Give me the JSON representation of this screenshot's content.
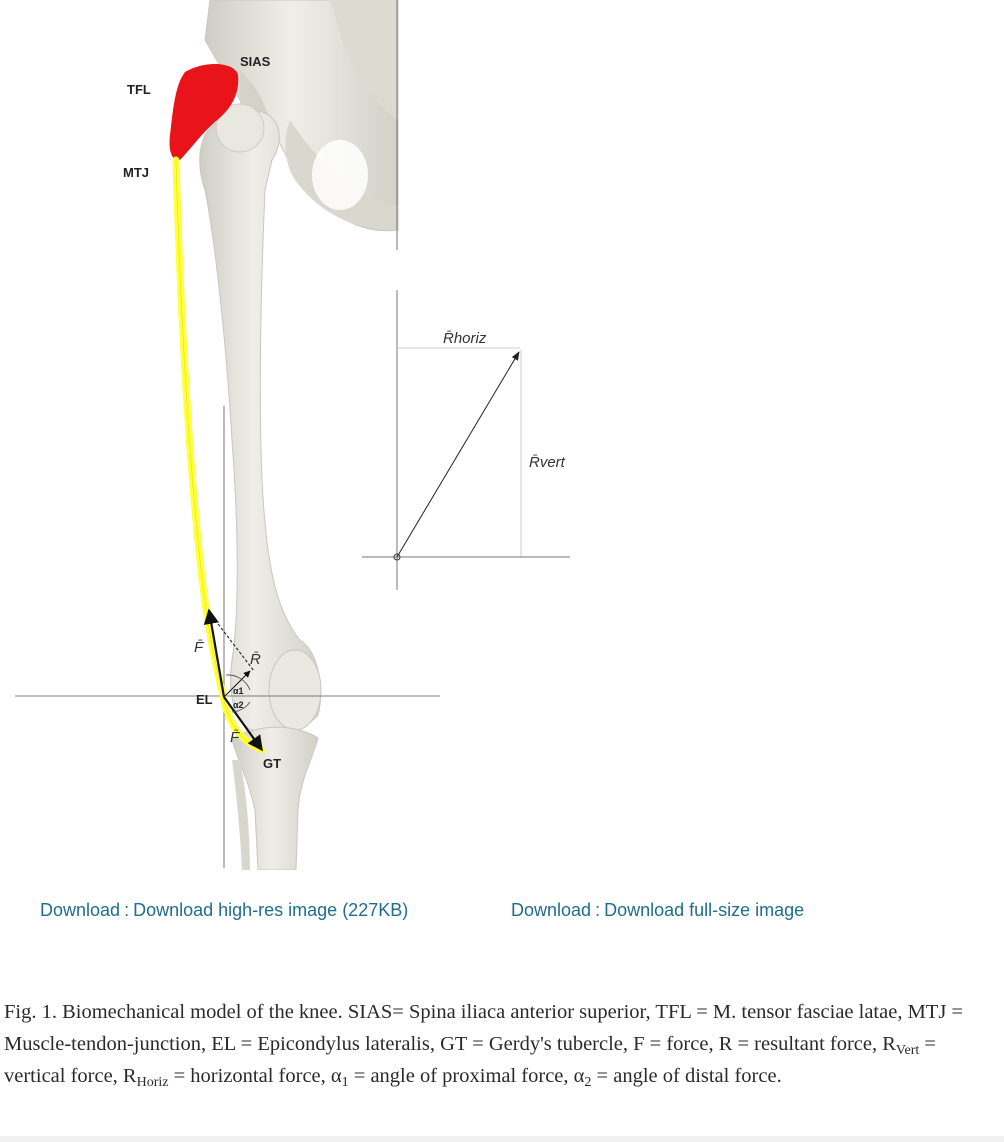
{
  "figure": {
    "labels": {
      "sias": "SIAS",
      "tfl": "TFL",
      "mtj": "MTJ",
      "r_horiz": "R̄horiz",
      "r_vert": "R̄vert",
      "f_upper": "F̄",
      "r_knee": "R̄",
      "el": "EL",
      "alpha1": "α1",
      "alpha2": "α2",
      "f_lower": "F̄",
      "gt": "GT"
    },
    "colors": {
      "muscle": "#e8141a",
      "tendon": "#ffff3a",
      "bone": "#e6e5dc"
    }
  },
  "downloads": {
    "highres": {
      "prefix": "Download",
      "sep": ":",
      "label": "Download high-res image (227KB)"
    },
    "fullsize": {
      "prefix": "Download",
      "sep": ":",
      "label": "Download full-size image"
    }
  },
  "caption": {
    "fig_no": "Fig. 1.",
    "p1": " Biomechanical model of the knee. SIAS= Spina iliaca anterior superior, TFL = M. tensor fasciae latae, MTJ = Muscle-tendon-junction, EL = Epicondylus lateralis, GT = Gerdy's tubercle, F = force, R = resultant force, R",
    "sub_vert": "Vert",
    "p2": " = vertical force, R",
    "sub_horiz": "Horiz",
    "p3": " = horizontal force, α",
    "sub_1": "1",
    "p4": " = angle of proximal force, α",
    "sub_2": "2",
    "p5": " = angle of distal force."
  }
}
